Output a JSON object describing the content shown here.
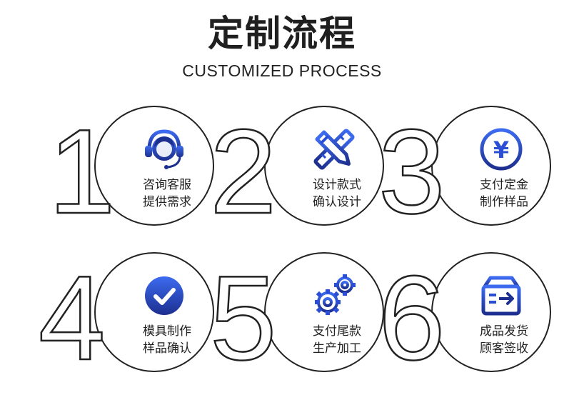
{
  "header": {
    "title": "定制流程",
    "subtitle": "CUSTOMIZED PROCESS"
  },
  "steps": [
    {
      "num": "1",
      "line1": "咨询客服",
      "line2": "提供需求",
      "icon": "customer-service-headset-icon"
    },
    {
      "num": "2",
      "line1": "设计款式",
      "line2": "确认设计",
      "icon": "pencil-ruler-icon"
    },
    {
      "num": "3",
      "line1": "支付定金",
      "line2": "制作样品",
      "icon": "yen-coin-icon",
      "icon_text": "¥"
    },
    {
      "num": "4",
      "line1": "模具制作",
      "line2": "样品确认",
      "icon": "check-circle-icon"
    },
    {
      "num": "5",
      "line1": "支付尾款",
      "line2": "生产加工",
      "icon": "gears-icon"
    },
    {
      "num": "6",
      "line1": "成品发货",
      "line2": "顾客签收",
      "icon": "shipping-box-icon"
    }
  ],
  "colors": {
    "accent": "#2a4fd6",
    "accent_dark": "#1d2f8f",
    "text": "#222222"
  }
}
